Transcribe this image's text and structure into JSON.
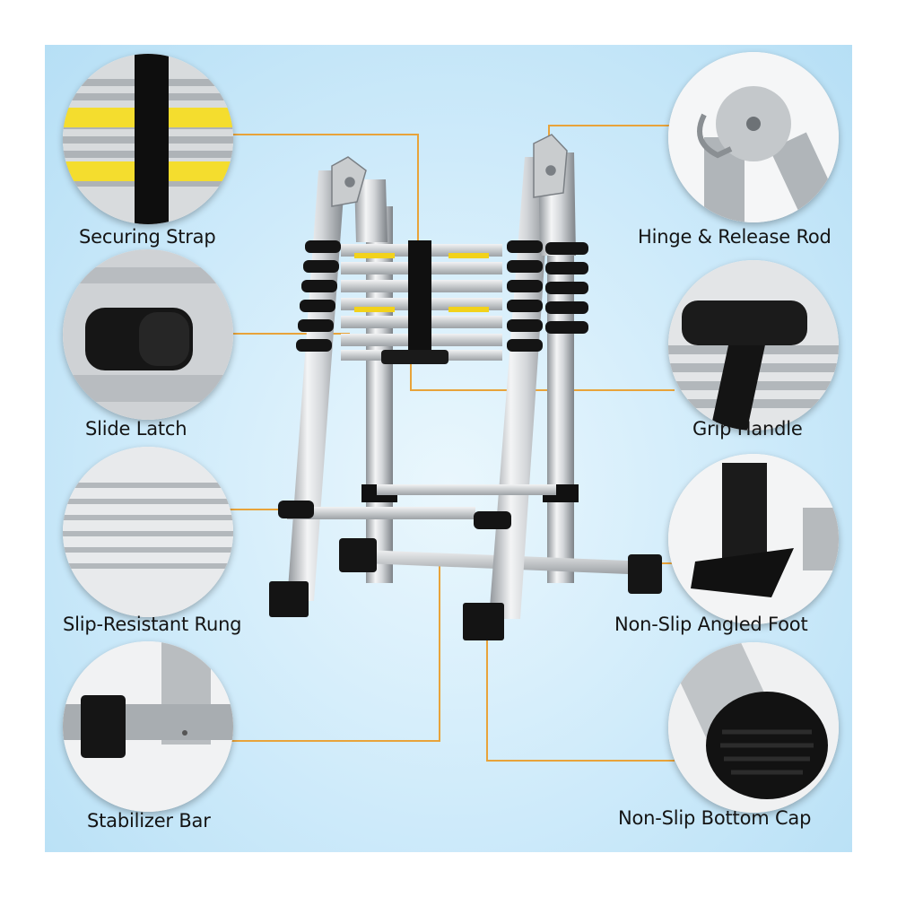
{
  "accent_color": "#e8a33a",
  "labels": {
    "securing_strap": "Securing Strap",
    "slide_latch": "Slide Latch",
    "slip_resistant_rung": "Slip-Resistant Rung",
    "stabilizer_bar": "Stabilizer Bar",
    "hinge_release_rod": "Hinge & Release Rod",
    "grip_handle": "Grip Handle",
    "non_slip_angled_foot": "Non-Slip Angled Foot",
    "non_slip_bottom_cap": "Non-Slip Bottom Cap"
  },
  "icons": [
    "securing-strap-photo",
    "slide-latch-photo",
    "slip-resistant-rung-photo",
    "stabilizer-bar-photo",
    "hinge-release-rod-photo",
    "grip-handle-photo",
    "angled-foot-photo",
    "bottom-cap-photo"
  ]
}
